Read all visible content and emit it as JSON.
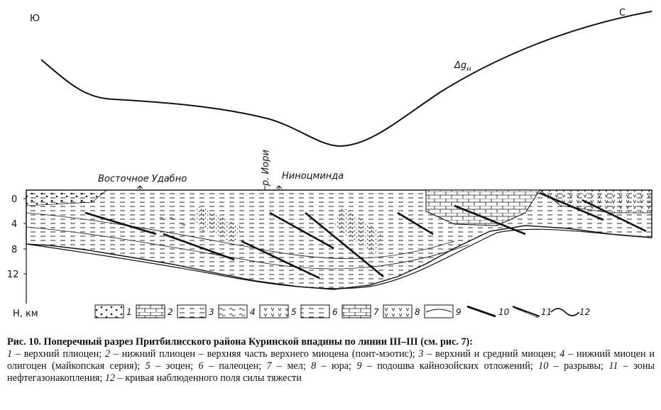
{
  "figure": {
    "label_south": "Ю",
    "label_north": "С",
    "gravity_label": "Δg",
    "gravity_sub": "н",
    "place_1": "Восточное Удабно",
    "place_2": "р. Иори",
    "place_3": "Ниноцминда",
    "depth_ticks": [
      "0",
      "4",
      "8",
      "12"
    ],
    "depth_unit": "H, км",
    "legend_numbers": [
      "1",
      "2",
      "3",
      "4",
      "5",
      "6",
      "7",
      "8",
      "9",
      "10",
      "11",
      "12"
    ]
  },
  "caption": {
    "title": "Рис. 10. Поперечный разрез Притбилисского района Куринской впадины по линии III–III (см. рис. 7):",
    "items": [
      {
        "num": "1",
        "text": " – верхний плиоцен; "
      },
      {
        "num": "2",
        "text": " – нижний плиоцен – верхняя часть верхнего миоцена (понт-мэотис); "
      },
      {
        "num": "3",
        "text": " – верхний и средний миоцен; "
      },
      {
        "num": "4",
        "text": " – нижний миоцен и олигоцен (майкопская серия); "
      },
      {
        "num": "5",
        "text": " – эоцен; "
      },
      {
        "num": "6",
        "text": " – палеоцен; "
      },
      {
        "num": "7",
        "text": " – мел; "
      },
      {
        "num": "8",
        "text": " – юра; "
      },
      {
        "num": "9",
        "text": " – подошва кайнозойских отложений; "
      },
      {
        "num": "10",
        "text": " – разрывы; "
      },
      {
        "num": "11",
        "text": " – зоны нефтегазонакопления; "
      },
      {
        "num": "12",
        "text": " – кривая наблюденного поля силы тяжести"
      }
    ]
  }
}
